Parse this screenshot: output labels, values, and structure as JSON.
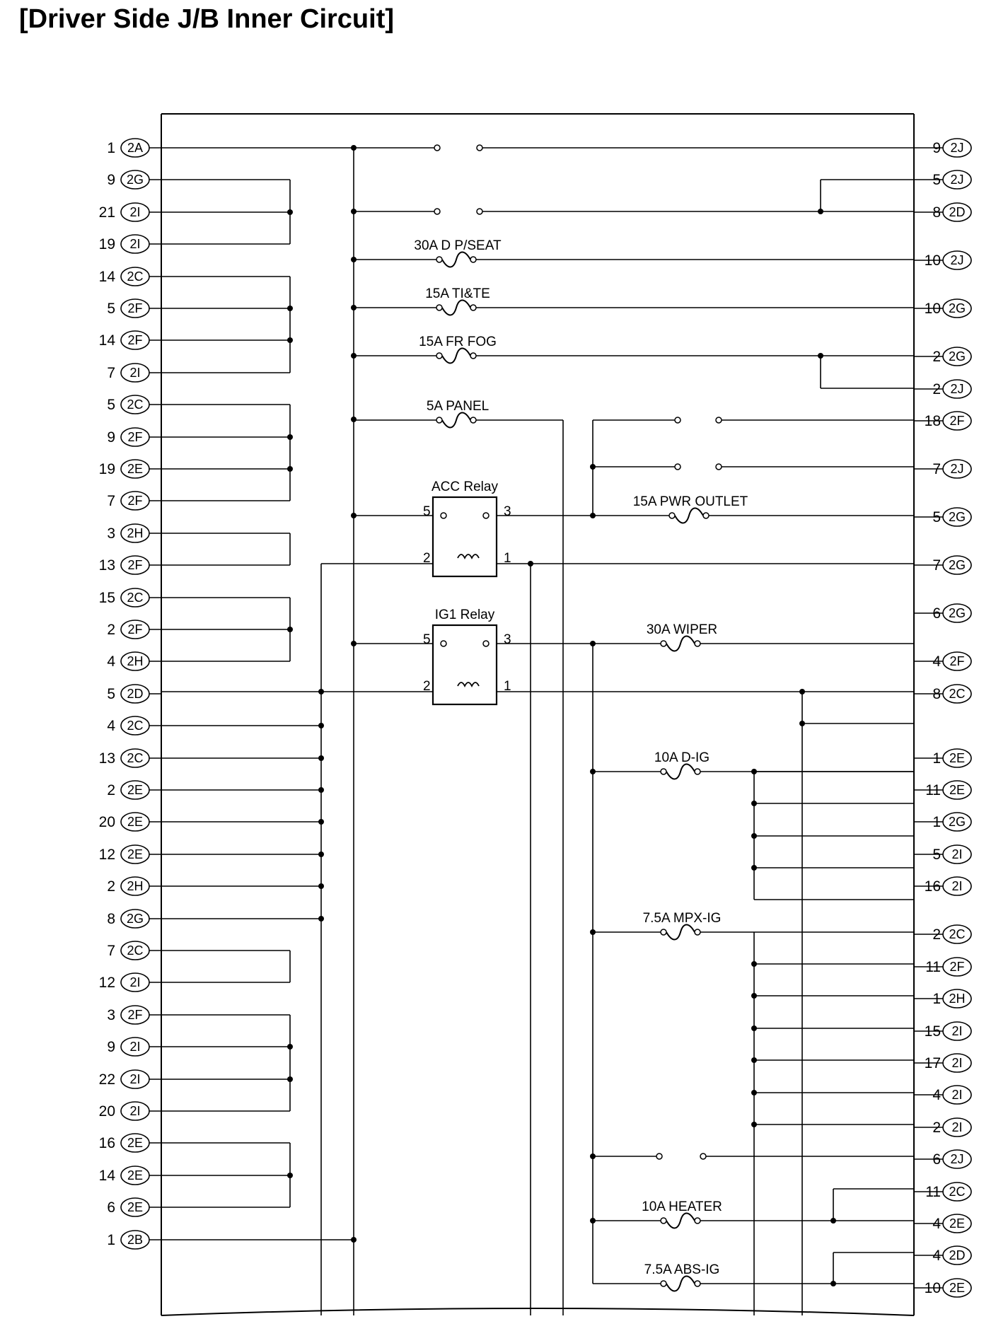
{
  "title": "[Driver Side J/B Inner Circuit]",
  "left_pins": [
    {
      "num": "1",
      "conn": "2A"
    },
    {
      "num": "9",
      "conn": "2G"
    },
    {
      "num": "21",
      "conn": "2I"
    },
    {
      "num": "19",
      "conn": "2I"
    },
    {
      "num": "14",
      "conn": "2C"
    },
    {
      "num": "5",
      "conn": "2F"
    },
    {
      "num": "14",
      "conn": "2F"
    },
    {
      "num": "7",
      "conn": "2I"
    },
    {
      "num": "5",
      "conn": "2C"
    },
    {
      "num": "9",
      "conn": "2F"
    },
    {
      "num": "19",
      "conn": "2E"
    },
    {
      "num": "7",
      "conn": "2F"
    },
    {
      "num": "3",
      "conn": "2H"
    },
    {
      "num": "13",
      "conn": "2F"
    },
    {
      "num": "15",
      "conn": "2C"
    },
    {
      "num": "2",
      "conn": "2F"
    },
    {
      "num": "4",
      "conn": "2H"
    },
    {
      "num": "5",
      "conn": "2D"
    },
    {
      "num": "4",
      "conn": "2C"
    },
    {
      "num": "13",
      "conn": "2C"
    },
    {
      "num": "2",
      "conn": "2E"
    },
    {
      "num": "20",
      "conn": "2E"
    },
    {
      "num": "12",
      "conn": "2E"
    },
    {
      "num": "2",
      "conn": "2H"
    },
    {
      "num": "8",
      "conn": "2G"
    },
    {
      "num": "7",
      "conn": "2C"
    },
    {
      "num": "12",
      "conn": "2I"
    },
    {
      "num": "3",
      "conn": "2F"
    },
    {
      "num": "9",
      "conn": "2I"
    },
    {
      "num": "22",
      "conn": "2I"
    },
    {
      "num": "20",
      "conn": "2I"
    },
    {
      "num": "16",
      "conn": "2E"
    },
    {
      "num": "14",
      "conn": "2E"
    },
    {
      "num": "6",
      "conn": "2E"
    },
    {
      "num": "1",
      "conn": "2B"
    }
  ],
  "right_pins": [
    {
      "num": "9",
      "conn": "2J"
    },
    {
      "num": "5",
      "conn": "2J"
    },
    {
      "num": "8",
      "conn": "2D"
    },
    {
      "num": "10",
      "conn": "2J"
    },
    {
      "num": "10",
      "conn": "2G"
    },
    {
      "num": "2",
      "conn": "2G"
    },
    {
      "num": "2",
      "conn": "2J"
    },
    {
      "num": "18",
      "conn": "2F"
    },
    {
      "num": "7",
      "conn": "2J"
    },
    {
      "num": "5",
      "conn": "2G"
    },
    {
      "num": "7",
      "conn": "2G"
    },
    {
      "num": "6",
      "conn": "2G"
    },
    {
      "num": "4",
      "conn": "2F"
    },
    {
      "num": "8",
      "conn": "2C"
    },
    {
      "num": "1",
      "conn": "2E"
    },
    {
      "num": "11",
      "conn": "2E"
    },
    {
      "num": "1",
      "conn": "2G"
    },
    {
      "num": "5",
      "conn": "2I"
    },
    {
      "num": "16",
      "conn": "2I"
    },
    {
      "num": "2",
      "conn": "2C"
    },
    {
      "num": "11",
      "conn": "2F"
    },
    {
      "num": "1",
      "conn": "2H"
    },
    {
      "num": "15",
      "conn": "2I"
    },
    {
      "num": "17",
      "conn": "2I"
    },
    {
      "num": "4",
      "conn": "2I"
    },
    {
      "num": "2",
      "conn": "2I"
    },
    {
      "num": "6",
      "conn": "2J"
    },
    {
      "num": "11",
      "conn": "2C"
    },
    {
      "num": "4",
      "conn": "2E"
    },
    {
      "num": "4",
      "conn": "2D"
    },
    {
      "num": "10",
      "conn": "2E"
    }
  ],
  "fuses": [
    "30A D P/SEAT",
    "15A TI&TE",
    "15A FR FOG",
    "5A PANEL",
    "15A PWR OUTLET",
    "30A WIPER",
    "10A D-IG",
    "7.5A MPX-IG",
    "10A HEATER",
    "7.5A ABS-IG"
  ],
  "relays": [
    {
      "name": "ACC Relay",
      "pins": [
        "5",
        "3",
        "2",
        "1"
      ]
    },
    {
      "name": "IG1 Relay",
      "pins": [
        "5",
        "3",
        "2",
        "1"
      ]
    }
  ]
}
